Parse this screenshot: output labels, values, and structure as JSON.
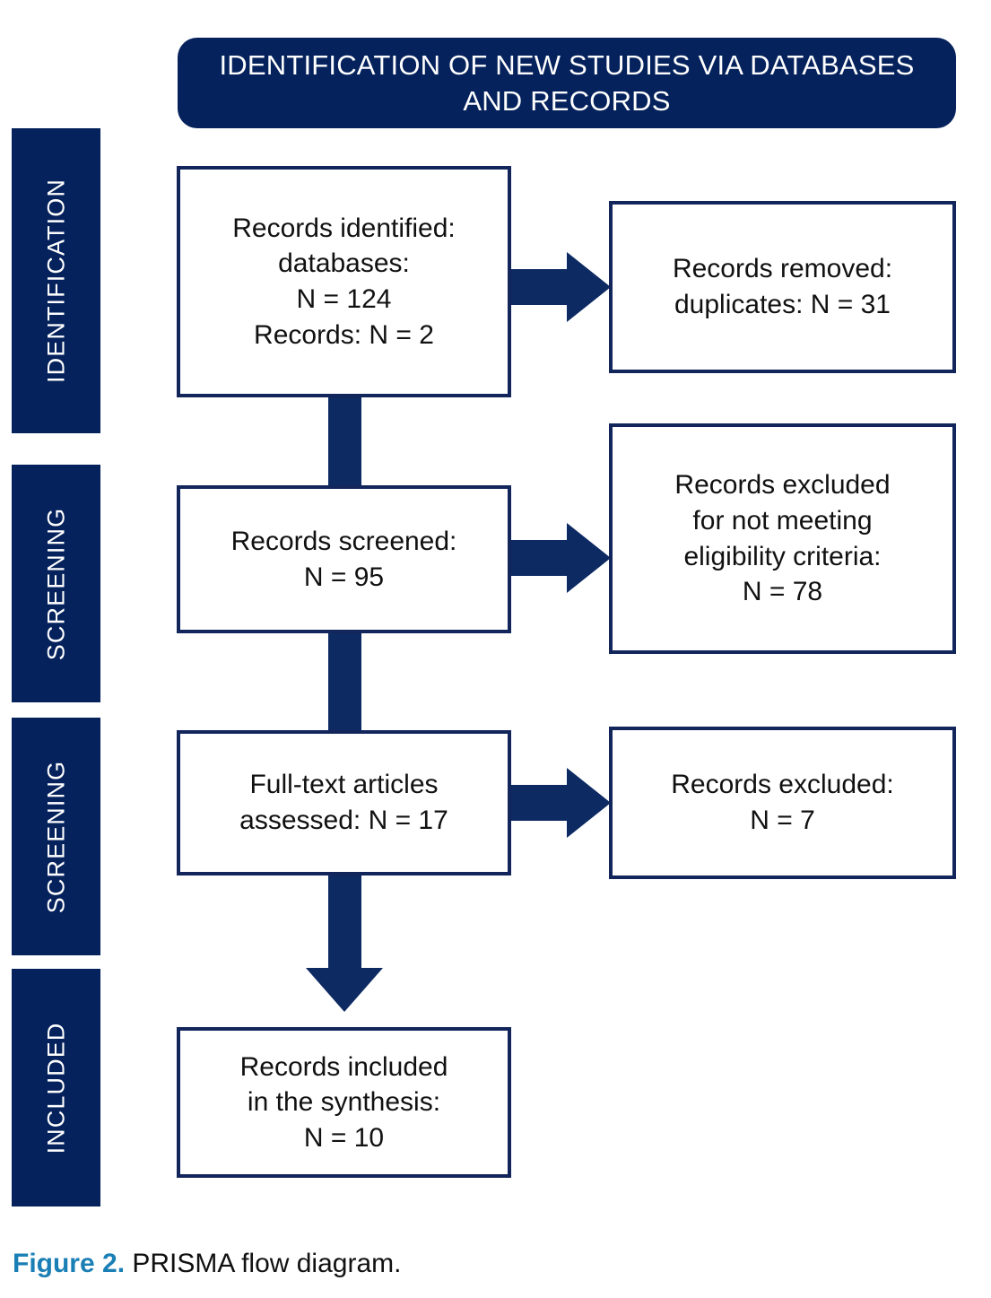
{
  "figure": {
    "header": {
      "line1": "IDENTIFICATION OF NEW STUDIES VIA DATABASES",
      "line2": "AND RECORDS",
      "full_title": "IDENTIFICATION OF NEW STUDIES VIA DATABASES AND RECORDS"
    },
    "stage_bars": [
      {
        "label": "IDENTIFICATION"
      },
      {
        "label": "SCREENING"
      },
      {
        "label": "SCREENING"
      },
      {
        "label": "INCLUDED"
      }
    ],
    "boxes": {
      "identified": {
        "lines": [
          "Records identified:",
          "databases:",
          "N = 124",
          "Records: N = 2"
        ]
      },
      "removed": {
        "lines": [
          "Records removed:",
          "duplicates: N = 31"
        ]
      },
      "screened": {
        "lines": [
          "Records screened:",
          "N = 95"
        ]
      },
      "excluded_eligibility": {
        "lines": [
          "Records excluded",
          "for not meeting",
          "eligibility criteria:",
          "N = 78"
        ]
      },
      "fulltext": {
        "lines": [
          "Full-text articles",
          "assessed: N = 17"
        ]
      },
      "excluded_fulltext": {
        "lines": [
          "Records excluded:",
          "N = 7"
        ]
      },
      "included": {
        "lines": [
          "Records included",
          "in the synthesis:",
          "N = 10"
        ]
      }
    },
    "counts": {
      "records_identified_databases": 124,
      "records_identified_records": 2,
      "records_removed_duplicates": 31,
      "records_screened": 95,
      "records_excluded_eligibility": 78,
      "fulltext_assessed": 17,
      "records_excluded_fulltext": 7,
      "records_included": 10
    },
    "caption": {
      "figure_number": "Figure 2.",
      "text": " PRISMA flow diagram."
    },
    "colors": {
      "navy_fill": "#05225c",
      "box_border": "#13265c",
      "arrow": "#0d2a63",
      "caption_accent": "#1a7fb5",
      "text": "#111111",
      "background": "#ffffff"
    }
  }
}
